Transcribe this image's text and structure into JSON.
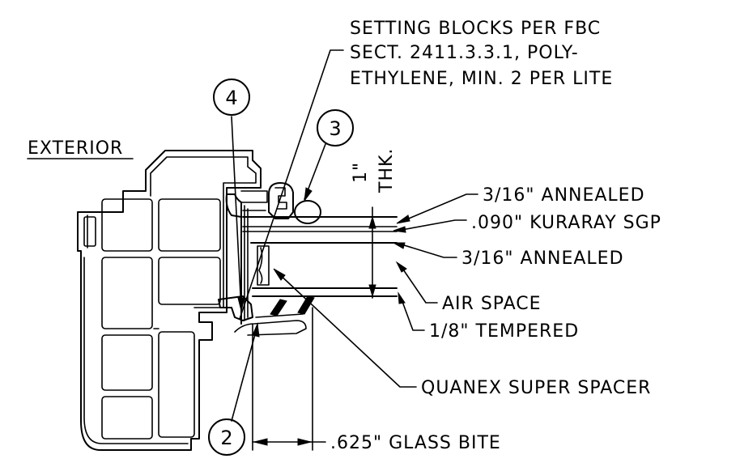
{
  "labels": {
    "exterior": "EXTERIOR",
    "setting_blocks_1": "SETTING BLOCKS PER FBC",
    "setting_blocks_2": "SECT. 2411.3.3.1, POLY-",
    "setting_blocks_3": "ETHYLENE, MIN. 2 PER LITE",
    "thickness_value": "1\"",
    "thickness_unit": "THK.",
    "annealed_top": "3/16\" ANNEALED",
    "interlayer": ".090\" KURARAY SGP",
    "annealed_bottom": "3/16\" ANNEALED",
    "air_space": "AIR SPACE",
    "tempered": "1/8\" TEMPERED",
    "spacer": "QUANEX SUPER SPACER",
    "glass_bite": ".625\" GLASS BITE"
  },
  "callouts": [
    "4",
    "3",
    "2"
  ]
}
